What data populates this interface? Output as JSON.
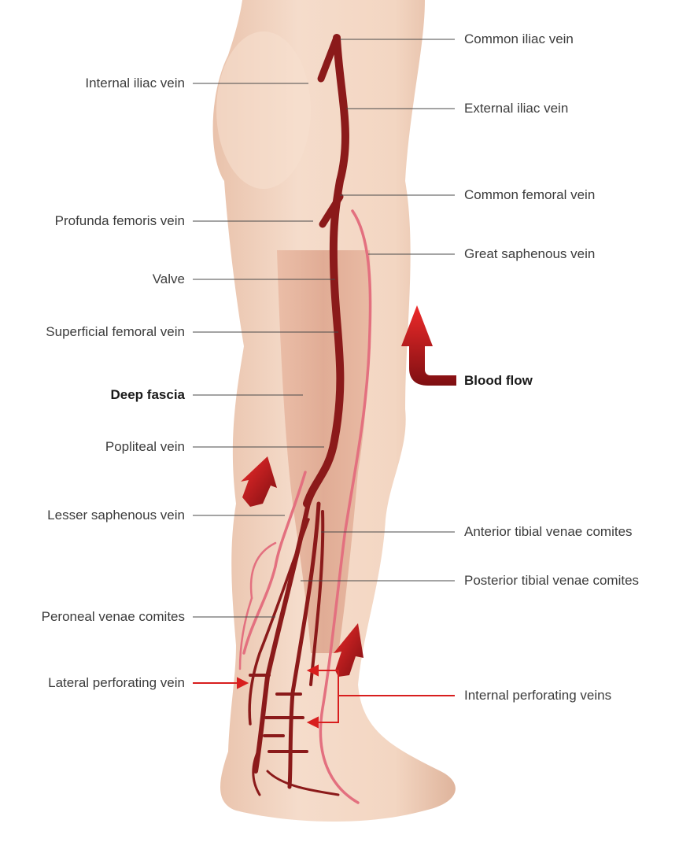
{
  "colors": {
    "skin": "#f3d6c2",
    "skin_shadow": "#dcb29b",
    "muscle": "#d9a690",
    "deep_vein": "#8b1a1a",
    "superficial_vein": "#e3707f",
    "perforating": "#d81e1e",
    "arrow": "#b3161d",
    "leader_line": "#4a4a4a"
  },
  "labels_left": [
    {
      "id": "internal-iliac-vein",
      "text": "Internal iliac vein"
    },
    {
      "id": "profunda-femoris-vein",
      "text": "Profunda femoris vein"
    },
    {
      "id": "valve",
      "text": "Valve"
    },
    {
      "id": "superficial-femoral-vein",
      "text": "Superficial femoral vein"
    },
    {
      "id": "deep-fascia",
      "text": "Deep fascia"
    },
    {
      "id": "popliteal-vein",
      "text": "Popliteal vein"
    },
    {
      "id": "lesser-saphenous-vein",
      "text": "Lesser saphenous vein"
    },
    {
      "id": "peroneal-venae-comites",
      "text": "Peroneal venae comites"
    },
    {
      "id": "lateral-perforating-vein",
      "text": "Lateral perforating vein"
    }
  ],
  "labels_right": [
    {
      "id": "common-iliac-vein",
      "text": "Common iliac vein"
    },
    {
      "id": "external-iliac-vein",
      "text": "External iliac vein"
    },
    {
      "id": "common-femoral-vein",
      "text": "Common femoral vein"
    },
    {
      "id": "great-saphenous-vein",
      "text": "Great saphenous vein"
    },
    {
      "id": "blood-flow",
      "text": "Blood flow"
    },
    {
      "id": "anterior-tibial-venae-comites",
      "text": "Anterior tibial venae comites"
    },
    {
      "id": "posterior-tibial-venae-comites",
      "text": "Posterior tibial venae comites"
    },
    {
      "id": "internal-perforating-veins",
      "text": "Internal perforating veins"
    }
  ]
}
